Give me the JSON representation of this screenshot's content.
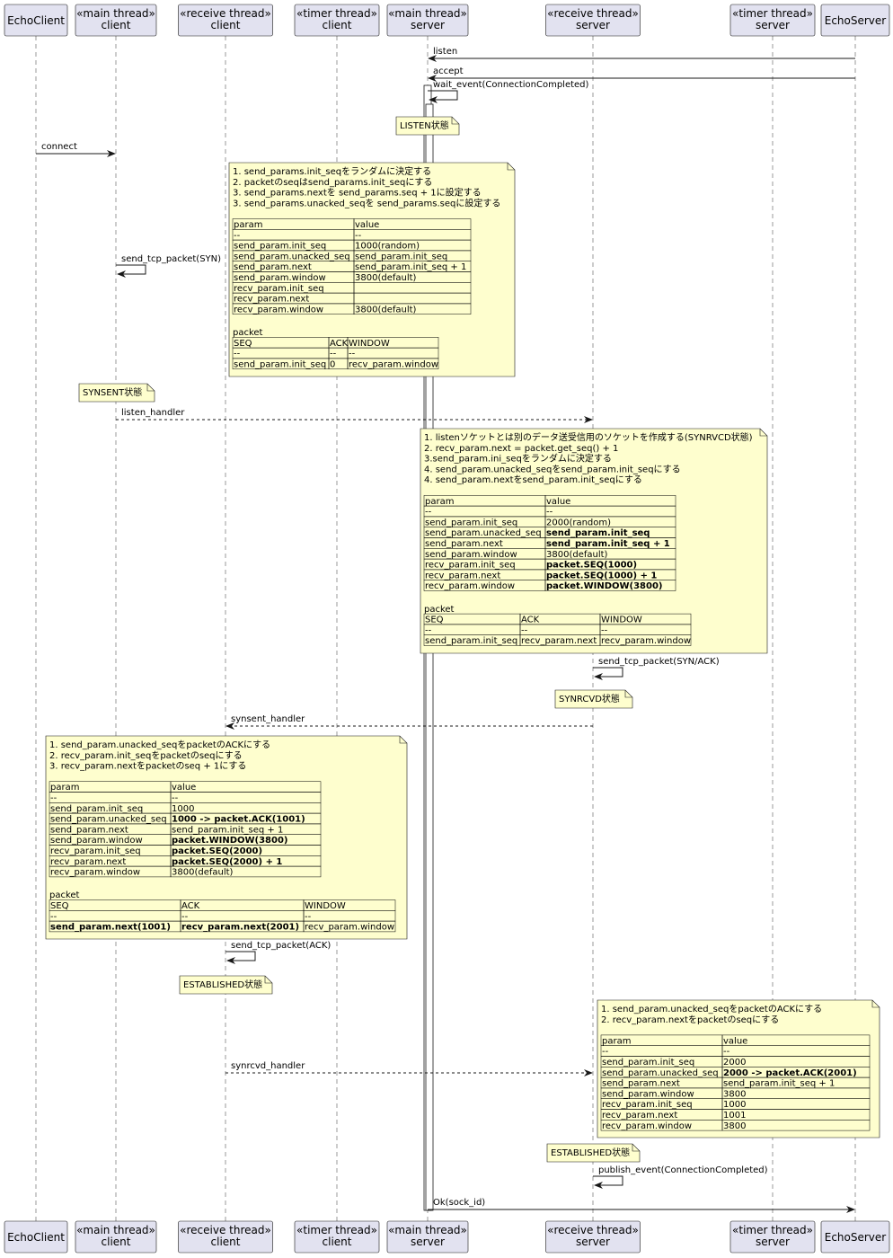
{
  "participants": [
    {
      "id": "echoclient",
      "lines": [
        "EchoClient"
      ]
    },
    {
      "id": "client_main",
      "lines": [
        "«main thread»",
        "client"
      ]
    },
    {
      "id": "client_recv",
      "lines": [
        "«receive thread»",
        "client"
      ]
    },
    {
      "id": "client_timer",
      "lines": [
        "«timer thread»",
        "client"
      ]
    },
    {
      "id": "server_main",
      "lines": [
        "«main thread»",
        "server"
      ]
    },
    {
      "id": "server_recv",
      "lines": [
        "«receive thread»",
        "server"
      ]
    },
    {
      "id": "server_timer",
      "lines": [
        "«timer thread»",
        "server"
      ]
    },
    {
      "id": "echoserver",
      "lines": [
        "EchoServer"
      ]
    }
  ],
  "messages": [
    {
      "id": "listen",
      "from": "echoserver",
      "to": "server_main",
      "label": "listen",
      "style": "solid"
    },
    {
      "id": "accept",
      "from": "echoserver",
      "to": "server_main",
      "label": "accept",
      "style": "solid"
    },
    {
      "id": "wait-event",
      "from": "server_main",
      "to": "server_main",
      "label": "wait_event(ConnectionCompleted)",
      "style": "solid"
    },
    {
      "id": "connect",
      "from": "echoclient",
      "to": "client_main",
      "label": "connect",
      "style": "solid"
    },
    {
      "id": "send-syn",
      "from": "client_main",
      "to": "client_main",
      "label": "send_tcp_packet(SYN)",
      "style": "solid"
    },
    {
      "id": "listen-handler",
      "from": "client_main",
      "to": "server_recv",
      "label": "listen_handler",
      "style": "dashed"
    },
    {
      "id": "send-synack",
      "from": "server_recv",
      "to": "server_recv",
      "label": "send_tcp_packet(SYN/ACK)",
      "style": "solid"
    },
    {
      "id": "synsent-handler",
      "from": "server_recv",
      "to": "client_recv",
      "label": "synsent_handler",
      "style": "dashed"
    },
    {
      "id": "send-ack",
      "from": "client_recv",
      "to": "client_recv",
      "label": "send_tcp_packet(ACK)",
      "style": "solid"
    },
    {
      "id": "synrcvd-handler",
      "from": "client_recv",
      "to": "server_recv",
      "label": "synrcvd_handler",
      "style": "dashed"
    },
    {
      "id": "publish-event",
      "from": "server_recv",
      "to": "server_recv",
      "label": "publish_event(ConnectionCompleted)",
      "style": "solid"
    },
    {
      "id": "ok-sock",
      "from": "server_main",
      "to": "echoserver",
      "label": "Ok(sock_id)",
      "style": "solid"
    }
  ],
  "notes": [
    {
      "id": "listen-state",
      "lines": [
        {
          "t": "LISTEN状態"
        }
      ]
    },
    {
      "id": "client-syn-note",
      "lines": [
        {
          "t": "1. send_params.init_seqをランダムに決定する"
        },
        {
          "t": "2. packetのseqはsend_params.init_seqにする"
        },
        {
          "t": "3. send_params.nextを send_params.seq + 1に設定する"
        },
        {
          "t": "3. send_params.unacked_seqを send_params.seqに設定する"
        }
      ],
      "tables": [
        {
          "title": "",
          "header": [
            "param",
            "value"
          ],
          "rows": [
            [
              {
                "t": "--"
              },
              {
                "t": "--"
              }
            ],
            [
              {
                "t": "send_param.init_seq"
              },
              {
                "t": "1000(random)"
              }
            ],
            [
              {
                "t": "send_param.unacked_seq"
              },
              {
                "t": "send_param.init_seq"
              }
            ],
            [
              {
                "t": "send_param.next"
              },
              {
                "t": "send_param.init_seq  + 1"
              }
            ],
            [
              {
                "t": "send_param.window"
              },
              {
                "t": "3800(default)"
              }
            ],
            [
              {
                "t": "recv_param.init_seq"
              },
              {
                "t": ""
              }
            ],
            [
              {
                "t": "recv_param.next"
              },
              {
                "t": ""
              }
            ],
            [
              {
                "t": "recv_param.window"
              },
              {
                "t": "3800(default)"
              }
            ]
          ]
        },
        {
          "title": "packet",
          "header": [
            "SEQ",
            "ACK",
            "WINDOW"
          ],
          "rows": [
            [
              {
                "t": "--"
              },
              {
                "t": "--"
              },
              {
                "t": "--"
              }
            ],
            [
              {
                "t": "send_param.init_seq"
              },
              {
                "t": "0"
              },
              {
                "t": "recv_param.window"
              }
            ]
          ]
        }
      ]
    },
    {
      "id": "synsent-state",
      "lines": [
        {
          "t": "SYNSENT状態"
        }
      ]
    },
    {
      "id": "server-synack-note",
      "lines": [
        {
          "t": "1. listenソケットとは別のデータ送受信用のソケットを作成する(SYNRVCD状態)"
        },
        {
          "t": "2. recv_param.next = packet.get_seq() + 1"
        },
        {
          "t": "3.send_param.ini_seqをランダムに決定する"
        },
        {
          "t": "4. send_param.unacked_seqをsend_param.init_seqにする"
        },
        {
          "t": "4. send_param.nextをsend_param.init_seqにする"
        }
      ],
      "tables": [
        {
          "title": "",
          "header": [
            "param",
            "value"
          ],
          "rows": [
            [
              {
                "t": "--"
              },
              {
                "t": "--"
              }
            ],
            [
              {
                "t": "send_param.init_seq"
              },
              {
                "t": "2000(random)"
              }
            ],
            [
              {
                "t": "send_param.unacked_seq"
              },
              {
                "t": "send_param.init_seq",
                "b": true
              }
            ],
            [
              {
                "t": "send_param.next"
              },
              {
                "t": "send_param.init_seq + 1",
                "b": true
              }
            ],
            [
              {
                "t": "send_param.window"
              },
              {
                "t": "3800(default)"
              }
            ],
            [
              {
                "t": "recv_param.init_seq"
              },
              {
                "t": "packet.SEQ(1000)",
                "b": true
              }
            ],
            [
              {
                "t": "recv_param.next"
              },
              {
                "t": "packet.SEQ(1000) + 1",
                "b": true
              }
            ],
            [
              {
                "t": "recv_param.window"
              },
              {
                "t": "packet.WINDOW(3800)",
                "b": true
              }
            ]
          ]
        },
        {
          "title": "packet",
          "header": [
            "SEQ",
            "ACK",
            "WINDOW"
          ],
          "rows": [
            [
              {
                "t": "--"
              },
              {
                "t": "--"
              },
              {
                "t": "--"
              }
            ],
            [
              {
                "t": "send_param.init_seq"
              },
              {
                "t": "recv_param.next"
              },
              {
                "t": "recv_param.window"
              }
            ]
          ]
        }
      ]
    },
    {
      "id": "synrcvd-state",
      "lines": [
        {
          "t": "SYNRCVD状態"
        }
      ]
    },
    {
      "id": "client-ack-note",
      "lines": [
        {
          "t": "1. send_param.unacked_seqをpacketのACKにする"
        },
        {
          "t": "2. recv_param.init_seqをpacketのseqにする"
        },
        {
          "t": "3. recv_param.nextをpacketのseq + 1にする"
        }
      ],
      "tables": [
        {
          "title": "",
          "header": [
            "param",
            "value"
          ],
          "rows": [
            [
              {
                "t": "--"
              },
              {
                "t": "--"
              }
            ],
            [
              {
                "t": "send_param.init_seq"
              },
              {
                "t": "1000"
              }
            ],
            [
              {
                "t": "send_param.unacked_seq"
              },
              {
                "t": "1000 -> packet.ACK(1001)",
                "b": true
              }
            ],
            [
              {
                "t": "send_param.next"
              },
              {
                "t": "send_param.init_seq  + 1"
              }
            ],
            [
              {
                "t": "send_param.window"
              },
              {
                "t": "packet.WINDOW(3800)",
                "b": true
              }
            ],
            [
              {
                "t": "recv_param.init_seq"
              },
              {
                "t": "packet.SEQ(2000)",
                "b": true
              }
            ],
            [
              {
                "t": "recv_param.next"
              },
              {
                "t": "packet.SEQ(2000) + 1",
                "b": true
              }
            ],
            [
              {
                "t": "recv_param.window"
              },
              {
                "t": "3800(default)"
              }
            ]
          ]
        },
        {
          "title": "packet",
          "header": [
            "SEQ",
            "ACK",
            "WINDOW"
          ],
          "rows": [
            [
              {
                "t": "--"
              },
              {
                "t": "--"
              },
              {
                "t": "--"
              }
            ],
            [
              {
                "t": "send_param.next(1001)",
                "b": true
              },
              {
                "t": "recv_param.next(2001)",
                "b": true
              },
              {
                "t": "recv_param.window"
              }
            ]
          ]
        }
      ]
    },
    {
      "id": "established-client",
      "lines": [
        {
          "t": "ESTABLISHED状態"
        }
      ]
    },
    {
      "id": "server-ack-note",
      "lines": [
        {
          "t": "1. send_param.unacked_seqをpacketのACKにする"
        },
        {
          "t": "2. recv_param.nextをpacketのseqにする"
        }
      ],
      "tables": [
        {
          "title": "",
          "header": [
            "param",
            "value"
          ],
          "rows": [
            [
              {
                "t": "--"
              },
              {
                "t": "--"
              }
            ],
            [
              {
                "t": "send_param.init_seq"
              },
              {
                "t": "2000"
              }
            ],
            [
              {
                "t": "send_param.unacked_seq"
              },
              {
                "t": "2000 -> packet.ACK(2001)",
                "b": true
              }
            ],
            [
              {
                "t": "send_param.next"
              },
              {
                "t": "send_param.init_seq + 1"
              }
            ],
            [
              {
                "t": "send_param.window"
              },
              {
                "t": "3800"
              }
            ],
            [
              {
                "t": "recv_param.init_seq"
              },
              {
                "t": "1000"
              }
            ],
            [
              {
                "t": "recv_param.next"
              },
              {
                "t": "1001"
              }
            ],
            [
              {
                "t": "recv_param.window"
              },
              {
                "t": "3800"
              }
            ]
          ]
        }
      ]
    },
    {
      "id": "established-server",
      "lines": [
        {
          "t": "ESTABLISHED状態"
        }
      ]
    }
  ],
  "colors": {
    "participant_fill": "#e2e2f0",
    "participant_border": "#181818",
    "note_fill": "#fefece",
    "line": "#181818",
    "lifeline": "#9a9a9a",
    "activation_fill": "#ffffff"
  }
}
